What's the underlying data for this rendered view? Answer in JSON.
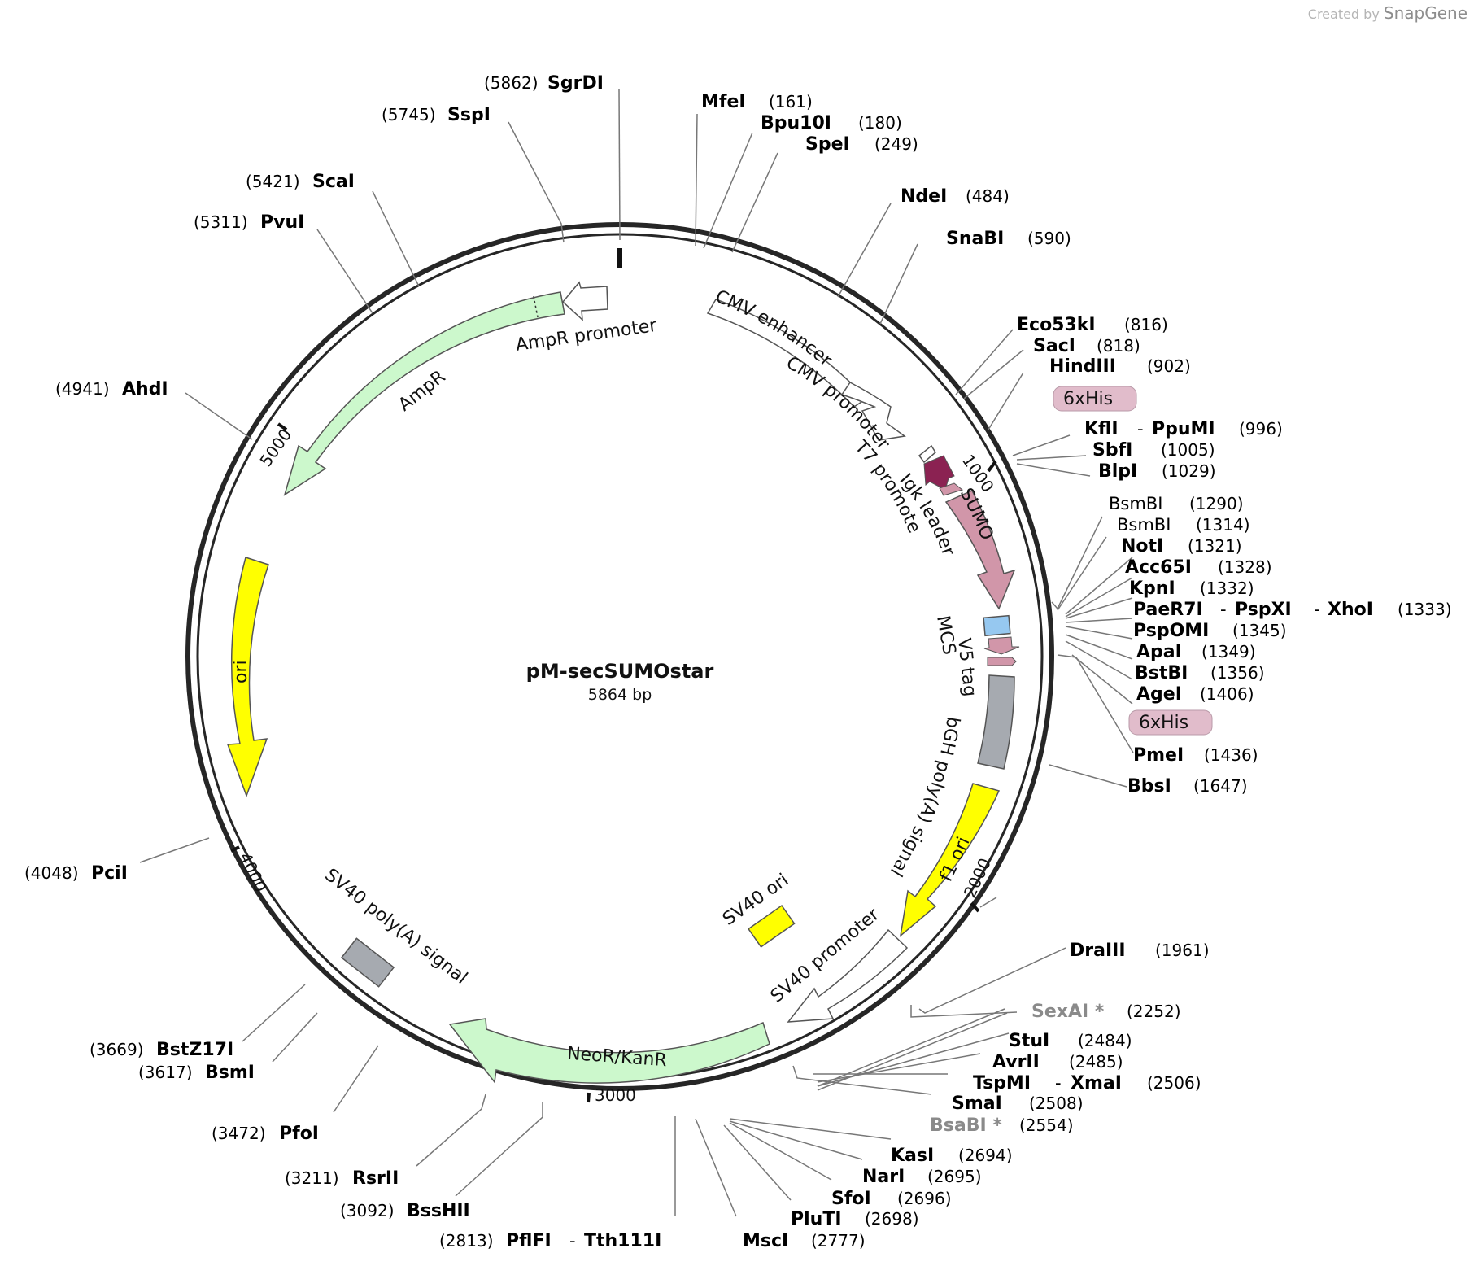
{
  "watermark": {
    "created_by": "Created by",
    "brand": "SnapGene"
  },
  "plasmid": {
    "name": "pM-secSUMOstar",
    "length": "5864 bp"
  },
  "ticks": [
    "1000",
    "2000",
    "3000",
    "4000",
    "5000"
  ],
  "sites": [
    {
      "key": "sgrdi",
      "name": "SgrDI",
      "pos": "(5862)"
    },
    {
      "key": "sspi",
      "name": "SspI",
      "pos": "(5745)"
    },
    {
      "key": "scai",
      "name": "ScaI",
      "pos": "(5421)"
    },
    {
      "key": "pvui",
      "name": "PvuI",
      "pos": "(5311)"
    },
    {
      "key": "ahdi",
      "name": "AhdI",
      "pos": "(4941)"
    },
    {
      "key": "pcii",
      "name": "PciI",
      "pos": "(4048)"
    },
    {
      "key": "bstz17i",
      "name": "BstZ17I",
      "pos": "(3669)"
    },
    {
      "key": "bsmi",
      "name": "BsmI",
      "pos": "(3617)"
    },
    {
      "key": "pfoi",
      "name": "PfoI",
      "pos": "(3472)"
    },
    {
      "key": "rsrii",
      "name": "RsrII",
      "pos": "(3211)"
    },
    {
      "key": "bsshii",
      "name": "BssHII",
      "pos": "(3092)"
    },
    {
      "key": "pflfi",
      "name": "PflFI",
      "name2": "Tth111I",
      "pos": "(2813)"
    },
    {
      "key": "msci",
      "name": "MscI",
      "pos": "(2777)"
    },
    {
      "key": "pluti",
      "name": "PluTI",
      "pos": "(2698)"
    },
    {
      "key": "sfoi",
      "name": "SfoI",
      "pos": "(2696)"
    },
    {
      "key": "nari",
      "name": "NarI",
      "pos": "(2695)"
    },
    {
      "key": "kasi",
      "name": "KasI",
      "pos": "(2694)"
    },
    {
      "key": "bsabi",
      "name": "BsaBI *",
      "pos": "(2554)"
    },
    {
      "key": "smai",
      "name": "SmaI",
      "pos": "(2508)"
    },
    {
      "key": "tspmi",
      "name": "TspMI",
      "name2": "XmaI",
      "pos": "(2506)"
    },
    {
      "key": "avrii",
      "name": "AvrII",
      "pos": "(2485)"
    },
    {
      "key": "stui",
      "name": "StuI",
      "pos": "(2484)"
    },
    {
      "key": "sexai",
      "name": "SexAI *",
      "pos": "(2252)"
    },
    {
      "key": "draiii",
      "name": "DraIII",
      "pos": "(1961)"
    },
    {
      "key": "bbsi",
      "name": "BbsI",
      "pos": "(1647)"
    },
    {
      "key": "pmei",
      "name": "PmeI",
      "pos": "(1436)"
    },
    {
      "key": "agei",
      "name": "AgeI",
      "pos": "(1406)"
    },
    {
      "key": "bstbi",
      "name": "BstBI",
      "pos": "(1356)"
    },
    {
      "key": "apai",
      "name": "ApaI",
      "pos": "(1349)"
    },
    {
      "key": "pspomi",
      "name": "PspOMI",
      "pos": "(1345)"
    },
    {
      "key": "paer7i",
      "name": "PaeR7I",
      "name2": "PspXI",
      "name3": "XhoI",
      "pos": "(1333)"
    },
    {
      "key": "kpni",
      "name": "KpnI",
      "pos": "(1332)"
    },
    {
      "key": "acc65i",
      "name": "Acc65I",
      "pos": "(1328)"
    },
    {
      "key": "noti",
      "name": "NotI",
      "pos": "(1321)"
    },
    {
      "key": "bsmbi2",
      "name": "BsmBI",
      "pos": "(1314)"
    },
    {
      "key": "bsmbi1",
      "name": "BsmBI",
      "pos": "(1290)"
    },
    {
      "key": "blpi",
      "name": "BlpI",
      "pos": "(1029)"
    },
    {
      "key": "sbfi",
      "name": "SbfI",
      "pos": "(1005)"
    },
    {
      "key": "kfli",
      "name": "KflI",
      "name2": "PpuMI",
      "pos": "(996)"
    },
    {
      "key": "hindiii",
      "name": "HindIII",
      "pos": "(902)"
    },
    {
      "key": "saci",
      "name": "SacI",
      "pos": "(818)"
    },
    {
      "key": "eco53ki",
      "name": "Eco53kI",
      "pos": "(816)"
    },
    {
      "key": "snabi",
      "name": "SnaBI",
      "pos": "(590)"
    },
    {
      "key": "ndei",
      "name": "NdeI",
      "pos": "(484)"
    },
    {
      "key": "spei",
      "name": "SpeI",
      "pos": "(249)"
    },
    {
      "key": "bpu10i",
      "name": "Bpu10I",
      "pos": "(180)"
    },
    {
      "key": "mfei",
      "name": "MfeI",
      "pos": "(161)"
    }
  ],
  "features": {
    "cmv_enhancer": "CMV enhancer",
    "cmv_promoter": "CMV promoter",
    "t7_promoter": "T7 promoter",
    "igk_leader": "Igk leader",
    "sumo": "SUMO",
    "mcs": "MCS",
    "v5_tag": "V5 tag",
    "his_tag_1": "6xHis",
    "his_tag_2": "6xHis",
    "bgh_polya": "bGH poly(A) signal",
    "f1_ori": "f1 ori",
    "sv40_ori": "SV40 ori",
    "sv40_promoter": "SV40 promoter",
    "neor_kanr": "NeoR/KanR",
    "sv40_polya": "SV40 poly(A) signal",
    "ori": "ori",
    "ampr": "AmpR",
    "ampr_promoter": "AmpR promoter"
  },
  "colors": {
    "backbone": "#262626",
    "promoter_fill": "#ffffff",
    "ampr": "#ccf8cc",
    "ori": "#ffff00",
    "polya": "#a6aab0",
    "sumo": "#d196a9",
    "igk": "#8b2252",
    "mcs": "#96c8f0",
    "his_tag": "#e1bccb"
  }
}
